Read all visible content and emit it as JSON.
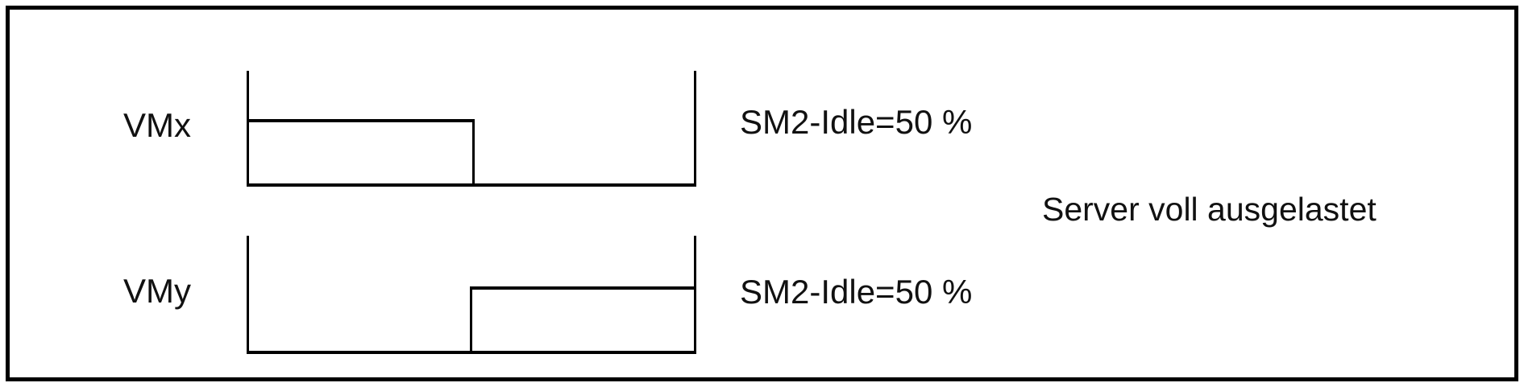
{
  "diagram": {
    "rows": [
      {
        "id": "vmx",
        "label": "VMx",
        "annotation": "SM2-Idle=50 %",
        "idle_percent": 50,
        "active_half": "first"
      },
      {
        "id": "vmy",
        "label": "VMy",
        "annotation": "SM2-Idle=50 %",
        "idle_percent": 50,
        "active_half": "second"
      }
    ],
    "note": "Server voll ausgelastet"
  },
  "colors": {
    "line": "#000000",
    "text": "#111111",
    "background": "#ffffff"
  }
}
